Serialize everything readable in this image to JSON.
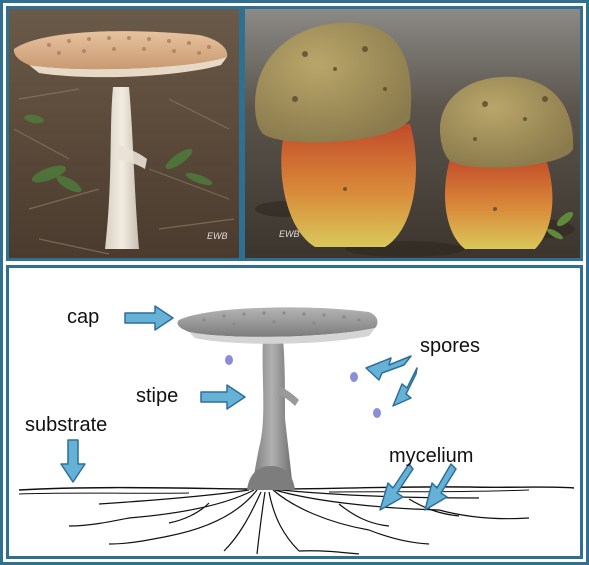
{
  "labels": {
    "cap": "cap",
    "stipe": "stipe",
    "spores": "spores",
    "substrate": "substrate",
    "mycelium": "mycelium"
  },
  "watermarks": {
    "left_photo": "EWB",
    "right_photo": "EWB"
  },
  "colors": {
    "frame": "#2f6f8f",
    "arrow_fill": "#66b2d6",
    "arrow_stroke": "#2d6f99",
    "spore": "#8b8ed6",
    "mushroom_gray": "#8a8a8a"
  },
  "photos": {
    "left": "amanita-mushroom-photo",
    "right": "bolete-mushrooms-photo"
  }
}
